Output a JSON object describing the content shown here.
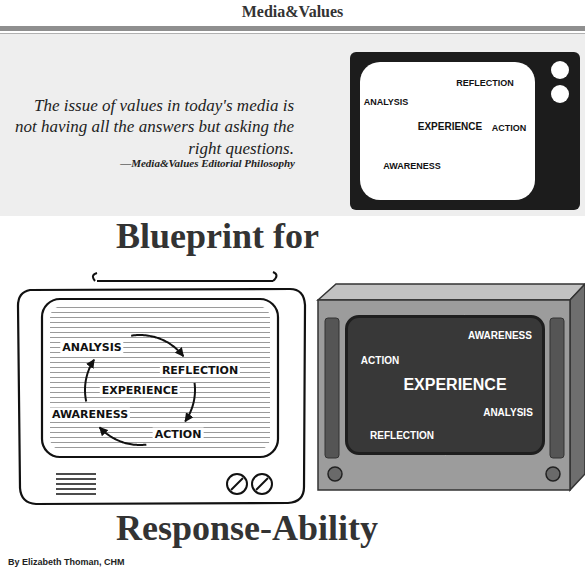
{
  "diagram": {
    "title": "Media&Values",
    "nodes": [
      {
        "text": [
          "EXPERIENCE"
        ]
      },
      {
        "text": [
          "REFLECTION"
        ],
        "in": 0
      },
      {
        "text": [
          "ANALYSIS"
        ],
        "in": 0
      },
      {
        "text": [
          "ACTION"
        ],
        "in": 0
      },
      {
        "text": [
          "AWARENESS"
        ],
        "in": 0
      },
      {
        "text": [
          "EXPERIENCE"
        ]
      },
      {
        "text": [
          "ANALYSIS"
        ],
        "in": 5
      },
      {
        "text": [
          "REFLECTION"
        ],
        "in": 5
      },
      {
        "text": [
          "AWARENESS"
        ],
        "in": 5
      },
      {
        "text": [
          "ACTION"
        ],
        "in": 5
      },
      {
        "text": [
          "EXPERIENCE"
        ]
      },
      {
        "text": [
          "AWARENESS"
        ],
        "in": 10
      },
      {
        "text": [
          "ACTION"
        ],
        "in": 10
      },
      {
        "text": [
          "ANALYSIS"
        ],
        "in": 10
      },
      {
        "text": [
          "REFLECTION"
        ],
        "in": 10
      }
    ],
    "edges": [
      {
        "from": 2,
        "to": 1,
        "arrow": "to"
      },
      {
        "from": 1,
        "to": 3,
        "arrow": "to"
      },
      {
        "from": 3,
        "to": 4,
        "arrow": "to"
      },
      {
        "from": 4,
        "to": 2,
        "arrow": "to"
      },
      {
        "from": 6,
        "to": 7,
        "arrow": "to"
      },
      {
        "from": 7,
        "to": 9,
        "arrow": "to"
      },
      {
        "from": 9,
        "to": 8,
        "arrow": "to"
      },
      {
        "from": 8,
        "to": 6,
        "arrow": "to"
      },
      {
        "from": 12,
        "to": 11,
        "arrow": "to"
      },
      {
        "from": 11,
        "to": 13,
        "arrow": "to"
      },
      {
        "from": 13,
        "to": 14,
        "arrow": "to"
      },
      {
        "from": 14,
        "to": 12,
        "arrow": "to"
      }
    ],
    "labels": [
      "The issue of values in today's media is not having all the answers but asking the right questions.",
      "—Media&Values Editorial Philosophy",
      "Blueprint for",
      "Response-Ability",
      "By Elizabeth Thoman, CHM"
    ]
  }
}
